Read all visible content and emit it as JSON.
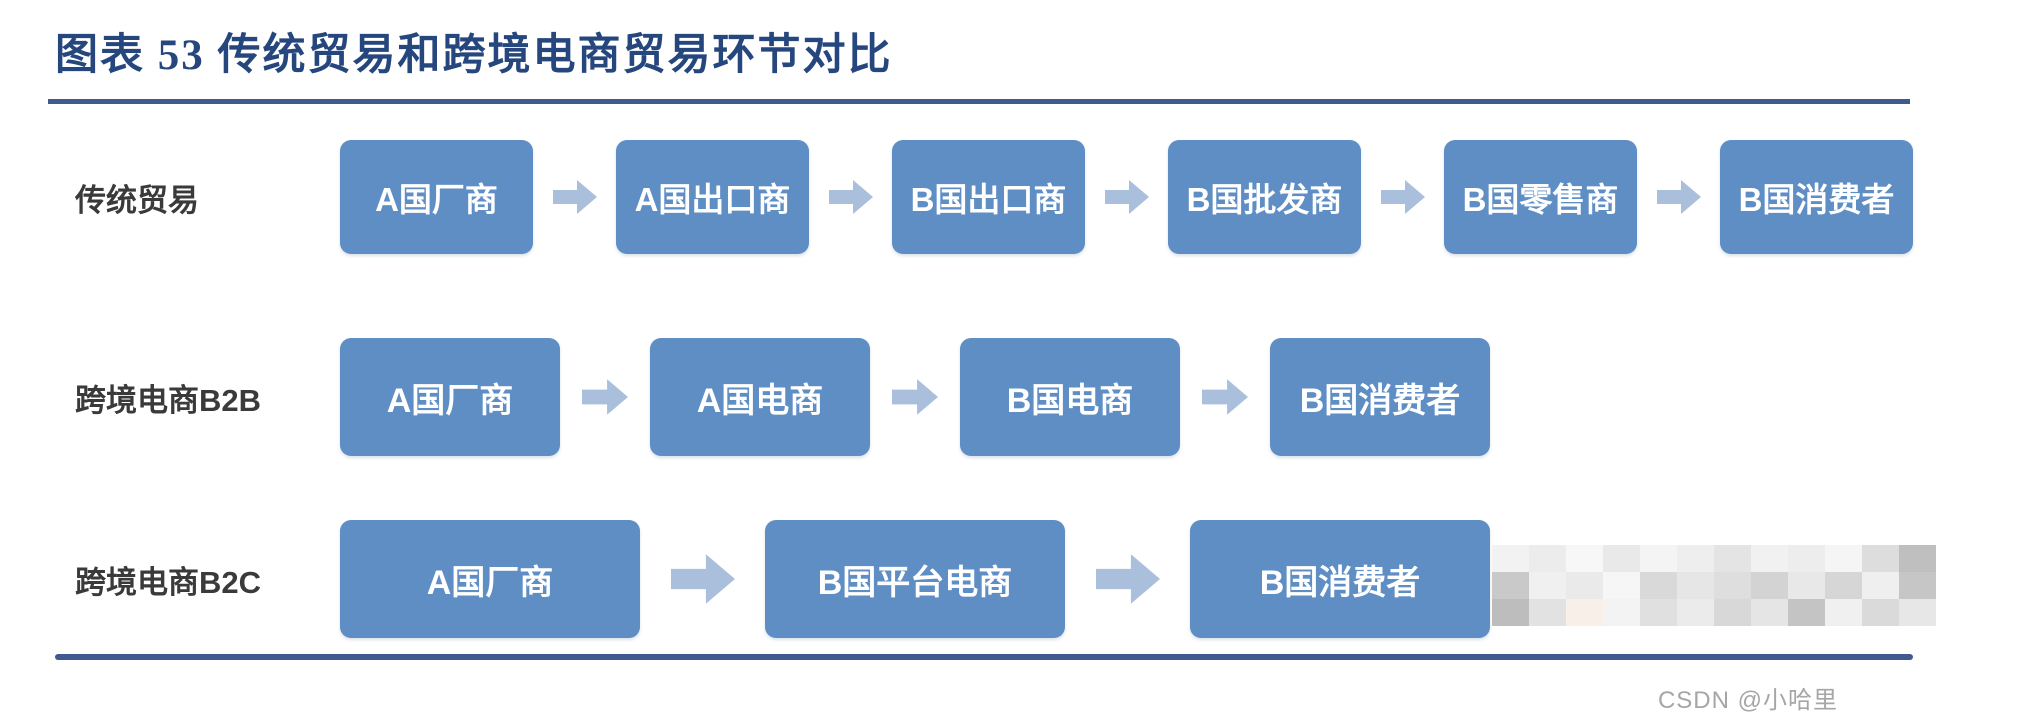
{
  "title": "图表 53  传统贸易和跨境电商贸易环节对比",
  "rows": [
    {
      "label": "传统贸易",
      "steps": [
        "A国厂商",
        "A国出口商",
        "B国出口商",
        "B国批发商",
        "B国零售商",
        "B国消费者"
      ]
    },
    {
      "label": "跨境电商B2B",
      "steps": [
        "A国厂商",
        "A国电商",
        "B国电商",
        "B国消费者"
      ]
    },
    {
      "label": "跨境电商B2C",
      "steps": [
        "A国厂商",
        "B国平台电商",
        "B国消费者"
      ]
    }
  ],
  "credit": "CSDN @小哈里",
  "colors": {
    "box_blue": "#5f8ec5",
    "arrow_blue": "#a9bfdc",
    "title_navy": "#26477e",
    "rule_blue": "#41598e",
    "row_label_dark": "#3a3a3a",
    "box_text_white": "#ffffff",
    "credit_gray": "#a6a6a6"
  },
  "mosaic": {
    "cells": [
      [
        "#f2f2f2",
        "#ececec",
        "#f7f7f7",
        "#e9e9e9",
        "#f4f4f4",
        "#eeeeee",
        "#e4e4e4",
        "#f1f1f1",
        "#ededed",
        "#f5f5f5",
        "#dddddd",
        "#bfbfbf"
      ],
      [
        "#c9c9c9",
        "#f0f0f0",
        "#eaeaea",
        "#f6f6f6",
        "#d9d9d9",
        "#e6e6e6",
        "#dedede",
        "#d3d3d3",
        "#e8e8e8",
        "#d6d6d6",
        "#efefef",
        "#c6c6c6"
      ],
      [
        "#bdbdbd",
        "#e2e2e2",
        "#f7efe8",
        "#f3f3f3",
        "#e0e0e0",
        "#ebebeb",
        "#d8d8d8",
        "#e5e5e5",
        "#c4c4c4",
        "#f0f0f0",
        "#dadada",
        "#e7e7e7"
      ]
    ]
  }
}
